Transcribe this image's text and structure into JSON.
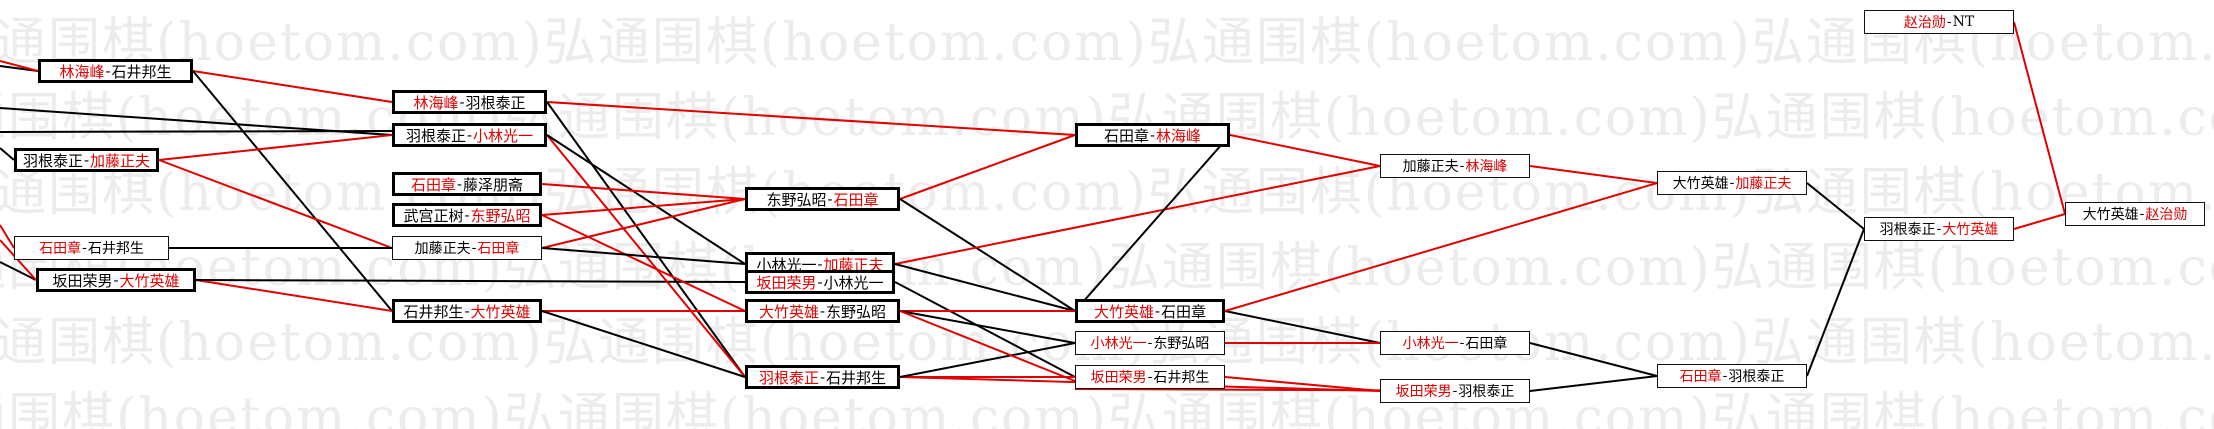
{
  "watermark": "弘通围棋(hoetom.com)",
  "colors": {
    "winner_link": "#e00000",
    "loser_link": "#000000",
    "watermark": "#ececec"
  },
  "nodes": [
    {
      "id": "r1a",
      "p1": "林海峰",
      "p2": "石井邦生",
      "w": 1
    },
    {
      "id": "r1b",
      "p1": "羽根泰正",
      "p2": "加藤正夫",
      "w": 2
    },
    {
      "id": "r1c",
      "p1": "石田章",
      "p2": "石井邦生",
      "w": 1
    },
    {
      "id": "r1d",
      "p1": "坂田荣男",
      "p2": "大竹英雄",
      "w": 2
    },
    {
      "id": "r2a",
      "p1": "林海峰",
      "p2": "羽根泰正",
      "w": 1
    },
    {
      "id": "r2b",
      "p1": "羽根泰正",
      "p2": "小林光一",
      "w": 2
    },
    {
      "id": "r2c",
      "p1": "石田章",
      "p2": "藤泽朋斋",
      "w": 1
    },
    {
      "id": "r2d",
      "p1": "武宫正树",
      "p2": "东野弘昭",
      "w": 2
    },
    {
      "id": "r2e",
      "p1": "加藤正夫",
      "p2": "石田章",
      "w": 2
    },
    {
      "id": "r2f",
      "p1": "石井邦生",
      "p2": "大竹英雄",
      "w": 2
    },
    {
      "id": "r3a",
      "p1": "东野弘昭",
      "p2": "石田章",
      "w": 2
    },
    {
      "id": "r3b",
      "p1": "小林光一",
      "p2": "加藤正夫",
      "w": 2
    },
    {
      "id": "r3c",
      "p1": "坂田荣男",
      "p2": "小林光一",
      "w": 1
    },
    {
      "id": "r3d",
      "p1": "大竹英雄",
      "p2": "东野弘昭",
      "w": 1
    },
    {
      "id": "r3e",
      "p1": "羽根泰正",
      "p2": "石井邦生",
      "w": 1
    },
    {
      "id": "r4a",
      "p1": "石田章",
      "p2": "林海峰",
      "w": 2
    },
    {
      "id": "r4b",
      "p1": "大竹英雄",
      "p2": "石田章",
      "w": 1
    },
    {
      "id": "r4c",
      "p1": "小林光一",
      "p2": "东野弘昭",
      "w": 1
    },
    {
      "id": "r4d",
      "p1": "坂田荣男",
      "p2": "石井邦生",
      "w": 1
    },
    {
      "id": "r5a",
      "p1": "加藤正夫",
      "p2": "林海峰",
      "w": 2
    },
    {
      "id": "r5b",
      "p1": "小林光一",
      "p2": "石田章",
      "w": 1
    },
    {
      "id": "r5c",
      "p1": "坂田荣男",
      "p2": "羽根泰正",
      "w": 1
    },
    {
      "id": "r6a",
      "p1": "大竹英雄",
      "p2": "加藤正夫",
      "w": 2
    },
    {
      "id": "r6b",
      "p1": "石田章",
      "p2": "羽根泰正",
      "w": 1
    },
    {
      "id": "r7a",
      "p1": "羽根泰正",
      "p2": "大竹英雄",
      "w": 2
    },
    {
      "id": "r7b",
      "p1": "赵治勋",
      "p2": "NT",
      "w": 1
    },
    {
      "id": "r8a",
      "p1": "大竹英雄",
      "p2": "赵治勋",
      "w": 2
    }
  ]
}
